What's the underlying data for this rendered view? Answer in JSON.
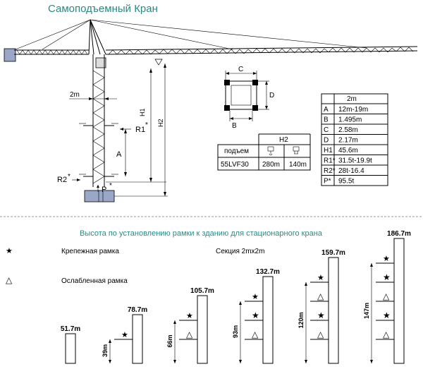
{
  "title": "Самоподъемный Кран",
  "crane": {
    "label_2m": "2m",
    "label_h1": "H1",
    "label_h2": "H2",
    "label_r1": "R1",
    "label_r1_star": "*",
    "label_a": "A",
    "label_r2": "R2",
    "label_r2_star": "*",
    "label_p": "P",
    "label_p_star": "*"
  },
  "section": {
    "label_c": "C",
    "label_d": "D",
    "label_b": "B"
  },
  "hoist_table": {
    "header": "H2",
    "row1_label": "подъем",
    "row2_label": "55LVF30",
    "val1": "280m",
    "val2": "140m"
  },
  "spec_table": {
    "header": "2m",
    "rows": [
      {
        "key": "A",
        "val": "12m-19m"
      },
      {
        "key": "B",
        "val": "1.495m"
      },
      {
        "key": "C",
        "val": "2.58m"
      },
      {
        "key": "D",
        "val": "2.17m"
      },
      {
        "key": "H1",
        "val": "45.6m"
      },
      {
        "key": "R1*",
        "val": "31.5t-19.9t"
      },
      {
        "key": "R2*",
        "val": "28t-16.4"
      },
      {
        "key": "P*",
        "val": "95.5t"
      }
    ]
  },
  "lower": {
    "title": "Высота по установлению рамки к зданию для стационарного крана",
    "legend_star_symbol": "★",
    "legend_star_label": "Крепежная  рамка",
    "legend_tri_symbol": "△",
    "legend_tri_label": "Ослабленная  рамка",
    "section_note": "Секция 2mx2m",
    "towers": [
      {
        "height": "51.7m"
      },
      {
        "height": "78.7m",
        "dim": "39m"
      },
      {
        "height": "105.7m",
        "dim": "66m"
      },
      {
        "height": "132.7m",
        "dim": "93m"
      },
      {
        "height": "159.7m",
        "dim": "120m"
      },
      {
        "height": "186.7m",
        "dim": "147m"
      }
    ]
  }
}
